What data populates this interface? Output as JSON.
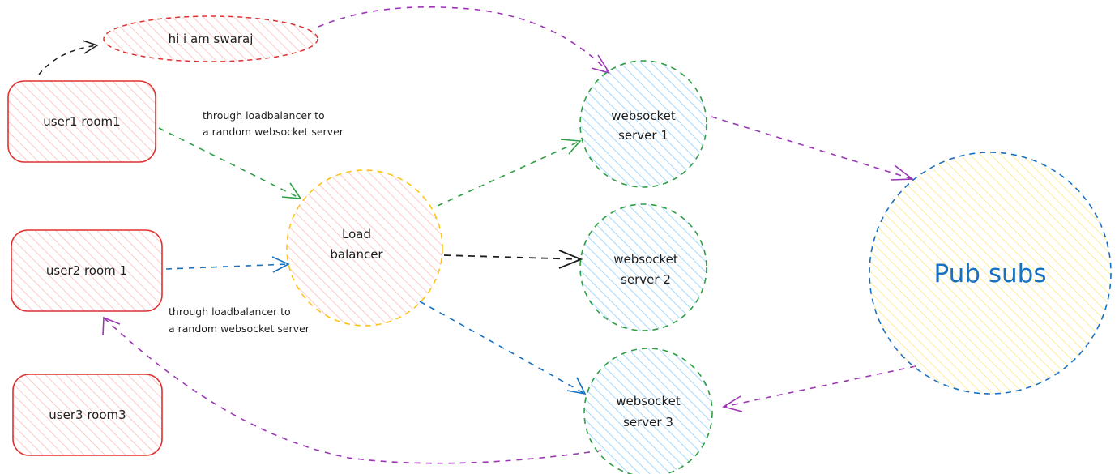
{
  "colors": {
    "red": "#e03131",
    "red_fill": "#ffc9c9",
    "green": "#2f9e44",
    "blue": "#1971c2",
    "blue_fill": "#a5d8ff",
    "yellow": "#fcc419",
    "yellow_fill": "#ffec99",
    "purple": "#9c36b5",
    "black": "#1e1e1e"
  },
  "nodes": {
    "message_bubble": {
      "label": "hi i am swaraj"
    },
    "user1": {
      "label": "user1 room1"
    },
    "user2": {
      "label": "user2 room 1"
    },
    "user3": {
      "label": "user3 room3"
    },
    "load_balancer": {
      "line1": "Load",
      "line2": "balancer"
    },
    "ws1": {
      "line1": "websocket",
      "line2": "server 1"
    },
    "ws2": {
      "line1": "websocket",
      "line2": "server 2"
    },
    "ws3": {
      "line1": "websocket",
      "line2": "server 3"
    },
    "pubsub": {
      "label": "Pub subs"
    }
  },
  "notes": {
    "top": {
      "line1": "through loadbalancer to",
      "line2": "a random websocket server"
    },
    "bottom": {
      "line1": "through loadbalancer to",
      "line2": "a random websocket server"
    }
  }
}
